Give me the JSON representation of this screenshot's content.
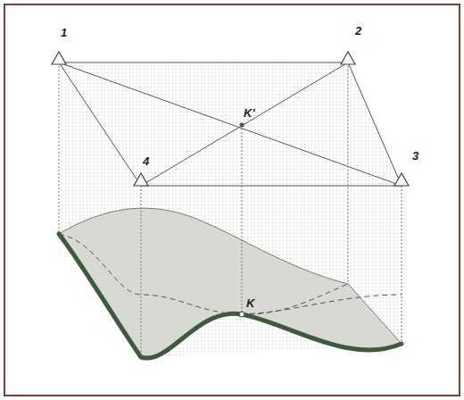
{
  "diagram": {
    "labels": [
      "1",
      "2",
      "K'",
      "4",
      "3",
      "K"
    ]
  }
}
